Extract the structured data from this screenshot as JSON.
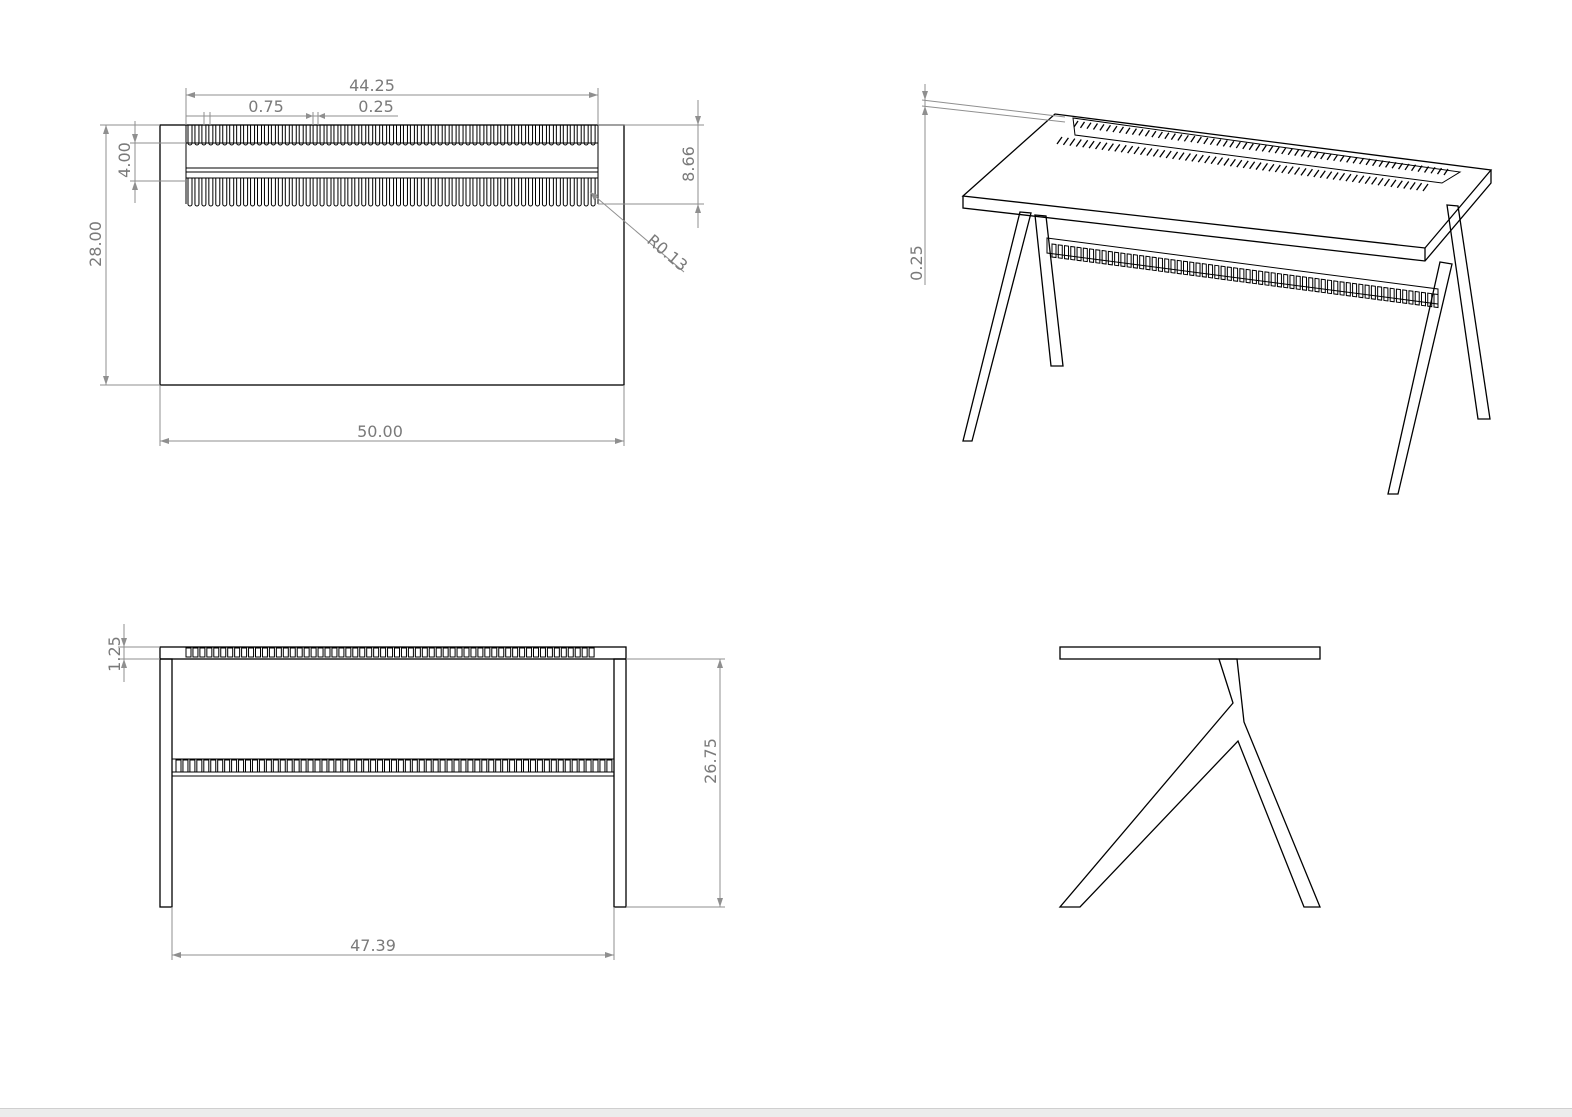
{
  "drawing": {
    "top_view": {
      "overall_width": "44.25",
      "slot_pitch": "0.75",
      "slot_width": "0.25",
      "slot_row_gap": "4.00",
      "slot_zone_depth": "8.66",
      "depth": "28.00",
      "fillet_radius": "R0.13",
      "length": "50.00"
    },
    "iso_view": {
      "dim": "0.25"
    },
    "front_view": {
      "top_thickness": "1.25",
      "height": "26.75",
      "inner_width": "47.39"
    },
    "side_view": {}
  }
}
